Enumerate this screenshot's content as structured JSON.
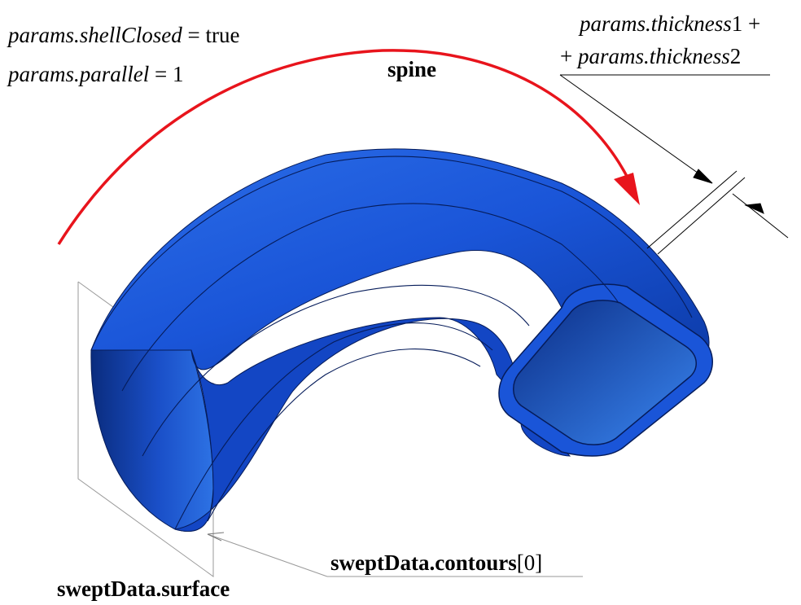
{
  "labels": {
    "shell_closed": {
      "param": "params.shellClosed",
      "op": " = ",
      "value": "true"
    },
    "parallel": {
      "param": "params.parallel",
      "op": " = ",
      "value": "1"
    },
    "spine": "spine",
    "thickness_line1": {
      "param": "params.thickness",
      "index": "1",
      "tail": " +"
    },
    "thickness_line2": {
      "head": "+ ",
      "param": "params.thickness",
      "index": "2"
    },
    "contours": {
      "name": "sweptData.contours",
      "index": "[0]"
    },
    "surface": "sweptData.surface"
  },
  "colors": {
    "background": "#ffffff",
    "body_dark": "#0a2e86",
    "body_mid": "#1652d6",
    "body_light": "#3a86f0",
    "spine_arrow": "#e8141c",
    "leader": "#000000",
    "ghost_outline": "#9a9a9a"
  },
  "icons": {
    "spine_arrowhead": "arrow-head-icon",
    "dimension_arrows": "dimension-arrow-icon"
  }
}
